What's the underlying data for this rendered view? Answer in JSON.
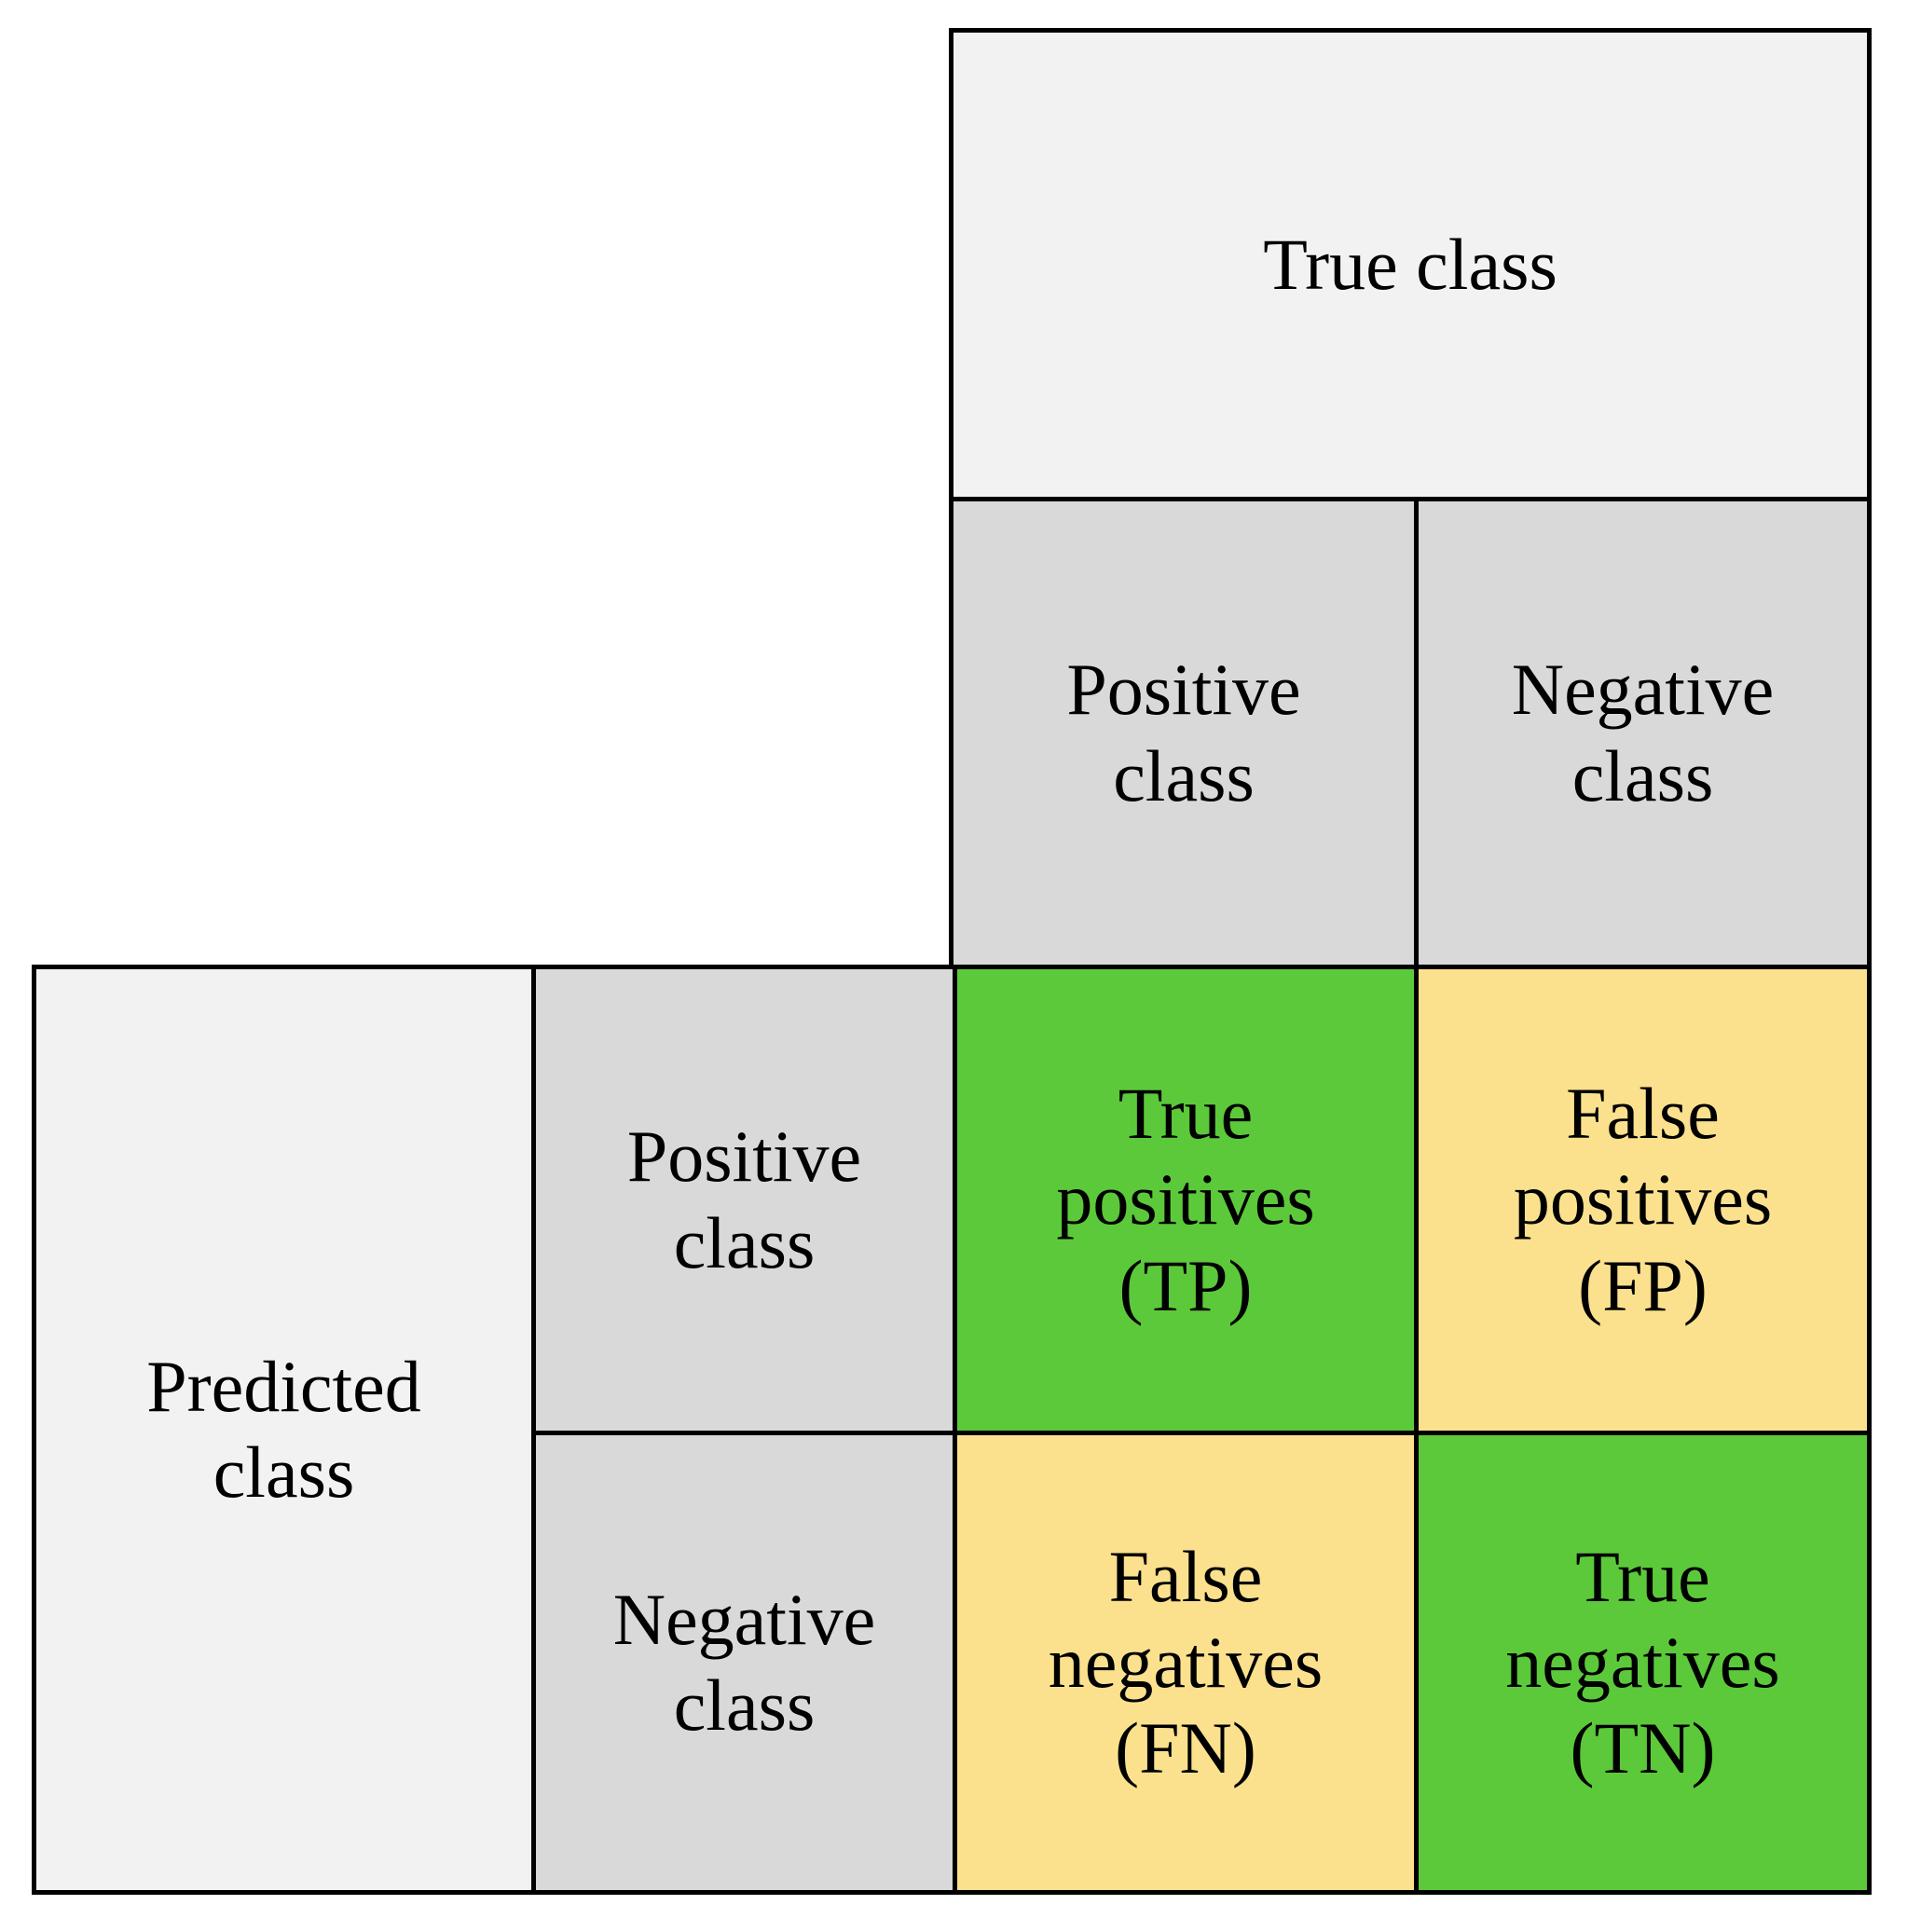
{
  "diagram": {
    "type": "confusion-matrix",
    "axes": {
      "column_axis_title": "True class",
      "row_axis_title": "Predicted\nclass"
    },
    "column_headers": [
      {
        "key": "positive",
        "label": "Positive\nclass"
      },
      {
        "key": "negative",
        "label": "Negative\nclass"
      }
    ],
    "row_headers": [
      {
        "key": "positive",
        "label": "Positive\nclass"
      },
      {
        "key": "negative",
        "label": "Negative\nclass"
      }
    ],
    "cells": [
      {
        "key": "true-positives",
        "row": "positive",
        "column": "positive",
        "label": "True\npositives\n(TP)",
        "abbreviation": "TP",
        "color": "#5CC93A"
      },
      {
        "key": "false-positives",
        "row": "positive",
        "column": "negative",
        "label": "False\npositives\n(FP)",
        "abbreviation": "FP",
        "color": "#FBE18E"
      },
      {
        "key": "false-negatives",
        "row": "negative",
        "column": "positive",
        "label": "False\nnegatives\n(FN)",
        "abbreviation": "FN",
        "color": "#FBE18E"
      },
      {
        "key": "true-negatives",
        "row": "negative",
        "column": "negative",
        "label": "True\nnegatives\n(TN)",
        "abbreviation": "TN",
        "color": "#5CC93A"
      }
    ],
    "colors": {
      "correct": "#5CC93A",
      "incorrect": "#FBE18E",
      "axis_title_bg": "#F2F2F2",
      "class_header_bg": "#D9D9D9",
      "border": "#000000",
      "text": "#000000",
      "page_bg": "#FFFFFF"
    }
  }
}
